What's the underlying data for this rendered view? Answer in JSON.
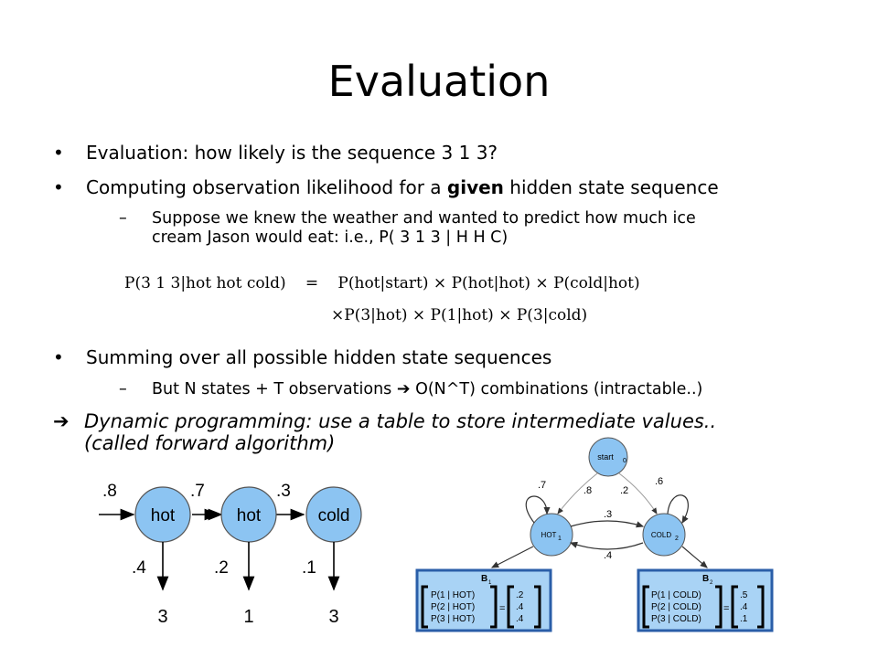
{
  "slide": {
    "title": "Evaluation",
    "bullet1": "Evaluation: how likely is the sequence 3 1 3?",
    "bullet2_pre": "Computing  observation likelihood for a ",
    "bullet2_bold": "given",
    "bullet2_post": " hidden state sequence",
    "sub1_line1": "Suppose we knew the weather and wanted to predict how much ice",
    "sub1_line2": "cream Jason would eat: i.e., P( 3 1 3 | H H C)",
    "eq_line1_lhs": "P(3 1 3|hot hot cold)",
    "eq_equals": "=",
    "eq_line1_rhs": "P(hot|start) × P(hot|hot) × P(cold|hot)",
    "eq_line2": "×P(3|hot) × P(1|hot) × P(3|cold)",
    "bullet3": "Summing over all possible hidden state sequences",
    "sub2_pre": "But N states + T observations ",
    "sub2_post": " O(N^T) combinations (intractable..)",
    "dp_line1": "Dynamic programming: use a table to store intermediate values..",
    "dp_line2": "(called forward algorithm)"
  },
  "chain": {
    "states": [
      "hot",
      "hot",
      "cold"
    ],
    "transitions": [
      ".8",
      ".7",
      ".3"
    ],
    "emissions": [
      ".4",
      ".2",
      ".1"
    ],
    "observations": [
      "3",
      "1",
      "3"
    ]
  },
  "hmm": {
    "start_label": "start",
    "start_sub": "0",
    "hot_label": "HOT",
    "hot_sub": "1",
    "cold_label": "COLD",
    "cold_sub": "2",
    "p_start_hot": ".8",
    "p_start_cold": ".2",
    "p_hot_hot": ".7",
    "p_cold_cold": ".6",
    "p_hot_cold": ".3",
    "p_cold_hot": ".4",
    "b1_title": "B",
    "b1_sub": "1",
    "b1_rows": [
      "P(1 | HOT)",
      "P(2 | HOT)",
      "P(3 | HOT)"
    ],
    "b1_vals": [
      ".2",
      ".4",
      ".4"
    ],
    "b2_title": "B",
    "b2_sub": "2",
    "b2_rows": [
      "P(1 | COLD)",
      "P(2 | COLD)",
      "P(3 | COLD)"
    ],
    "b2_vals": [
      ".5",
      ".4",
      ".1"
    ],
    "eq_sign": "="
  },
  "colors": {
    "node_fill": "#8cc4f2",
    "box_fill": "#a9d3f5",
    "box_border": "#2a5ea8"
  }
}
